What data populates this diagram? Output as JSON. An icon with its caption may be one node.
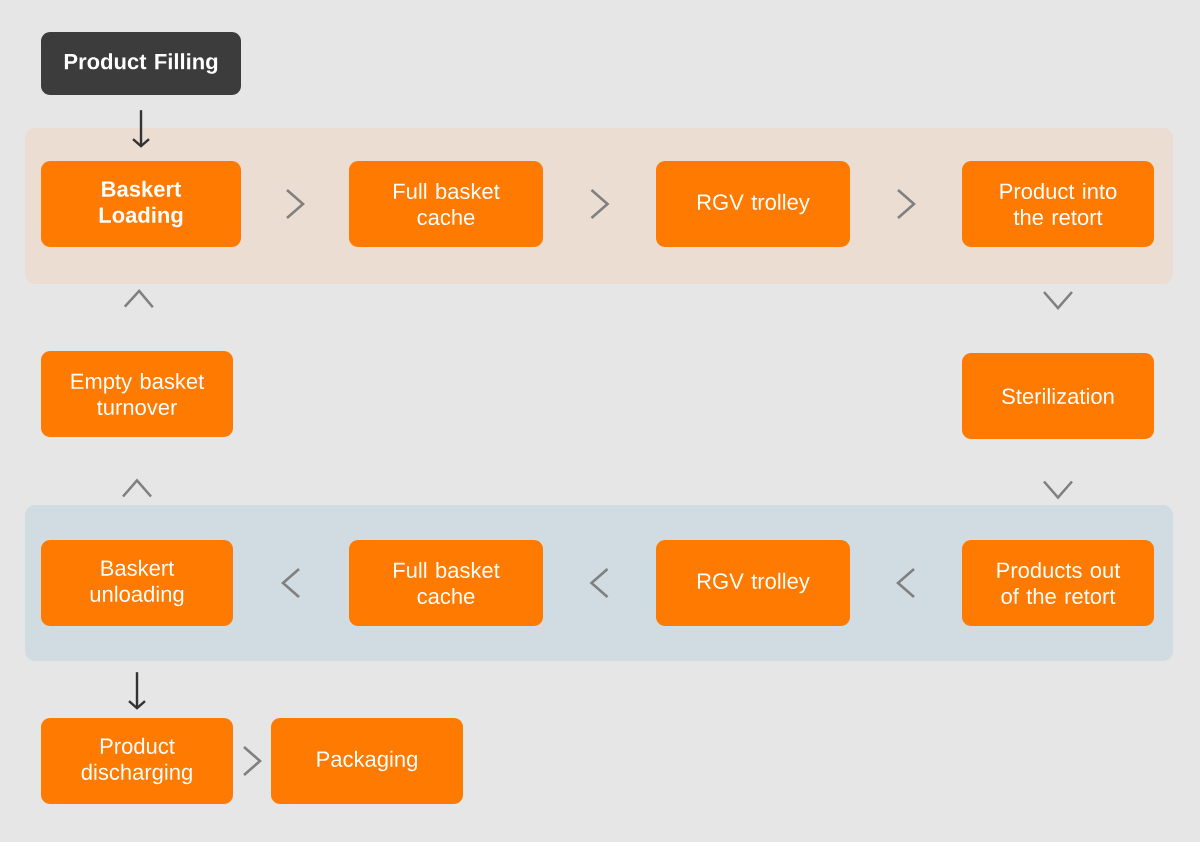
{
  "diagram": {
    "nodes": [
      {
        "text": [
          "Product Filling"
        ]
      },
      {
        "text": [],
        "shape": "band"
      },
      {
        "text": [
          "Baskert Loading"
        ],
        "in": 1
      },
      {
        "text": [
          "Full basket cache"
        ],
        "in": 1
      },
      {
        "text": [
          "RGV trolley"
        ],
        "in": 1
      },
      {
        "text": [
          "Product into the retort"
        ],
        "in": 1
      },
      {
        "text": [
          "Empty basket turnover"
        ]
      },
      {
        "text": [
          "Sterilization"
        ]
      },
      {
        "text": [],
        "shape": "band"
      },
      {
        "text": [
          "Baskert unloading"
        ],
        "in": 8
      },
      {
        "text": [
          "Full basket cache"
        ],
        "in": 8
      },
      {
        "text": [
          "RGV trolley"
        ],
        "in": 8
      },
      {
        "text": [
          "Products out of the retort"
        ],
        "in": 8
      },
      {
        "text": [
          "Product discharging"
        ]
      },
      {
        "text": [
          "Packaging"
        ]
      }
    ],
    "edges": [
      {
        "from": 0,
        "to": 2,
        "arrow": "to",
        "color": "#333333"
      },
      {
        "from": 2,
        "to": 3,
        "arrow": "to"
      },
      {
        "from": 3,
        "to": 4,
        "arrow": "to"
      },
      {
        "from": 4,
        "to": 5,
        "arrow": "to"
      },
      {
        "from": 5,
        "to": 7,
        "arrow": "to"
      },
      {
        "from": 7,
        "to": 12,
        "arrow": "to"
      },
      {
        "from": 12,
        "to": 11,
        "arrow": "to"
      },
      {
        "from": 11,
        "to": 10,
        "arrow": "to"
      },
      {
        "from": 10,
        "to": 9,
        "arrow": "to"
      },
      {
        "from": 9,
        "to": 6,
        "arrow": "to"
      },
      {
        "from": 6,
        "to": 2,
        "arrow": "to"
      },
      {
        "from": 9,
        "to": 13,
        "arrow": "to",
        "color": "#333333"
      },
      {
        "from": 13,
        "to": 14,
        "arrow": "to"
      }
    ]
  }
}
